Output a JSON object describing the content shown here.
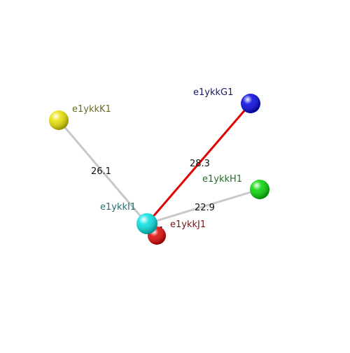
{
  "nodes": [
    {
      "id": "K1",
      "label": "e1ykkK1",
      "color": "#e8e000",
      "label_color": "#6b6b2a"
    },
    {
      "id": "G1",
      "label": "e1ykkG1",
      "color": "#0000e0",
      "label_color": "#1a1a66"
    },
    {
      "id": "H1",
      "label": "e1ykkH1",
      "color": "#00d400",
      "label_color": "#2a6b2a"
    },
    {
      "id": "I1",
      "label": "e1ykkI1",
      "color": "#00e0e0",
      "label_color": "#2a6b6b"
    },
    {
      "id": "J1",
      "label": "e1ykkJ1",
      "color": "#e00000",
      "label_color": "#6b1a1a"
    }
  ],
  "edges": [
    {
      "from": "K1",
      "to": "I1",
      "label": "26.1",
      "color": "#c8c8c8"
    },
    {
      "from": "G1",
      "to": "I1",
      "label": "28.3",
      "color": "#e00000"
    },
    {
      "from": "H1",
      "to": "I1",
      "label": "22.9",
      "color": "#c8c8c8"
    },
    {
      "from": "J1",
      "to": "I1",
      "label": "5.1",
      "color": "#c8c8c8"
    }
  ]
}
